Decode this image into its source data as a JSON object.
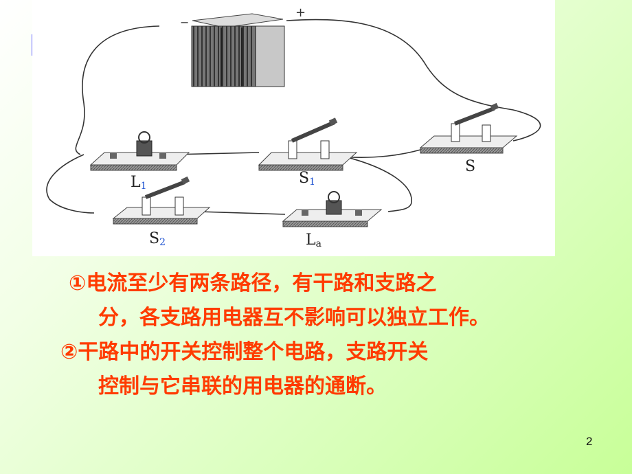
{
  "slide": {
    "page_number": "2",
    "background": {
      "from": "#ffffff",
      "to": "#c8ff98"
    },
    "text_color": "#ff3b00"
  },
  "figure": {
    "title": "circuit-diagram",
    "battery": {
      "negative": "−",
      "positive": "+"
    },
    "labels": {
      "L1": {
        "main": "L",
        "sub": "1"
      },
      "S1": {
        "main": "S",
        "sub": "1"
      },
      "S": {
        "main": "S",
        "sub": ""
      },
      "S2": {
        "main": "S",
        "sub": "2"
      },
      "L2": {
        "main": "L",
        "sub": "a"
      }
    }
  },
  "points": [
    {
      "marker": "①",
      "line1": "电流至少有两条路径，有干路和支路之",
      "line2": "分，各支路用电器互不影响可以独立工作。"
    },
    {
      "marker": "②",
      "line1": "干路中的开关控制整个电路，支路开关",
      "line2": "控制与它串联的用电器的通断。"
    }
  ]
}
